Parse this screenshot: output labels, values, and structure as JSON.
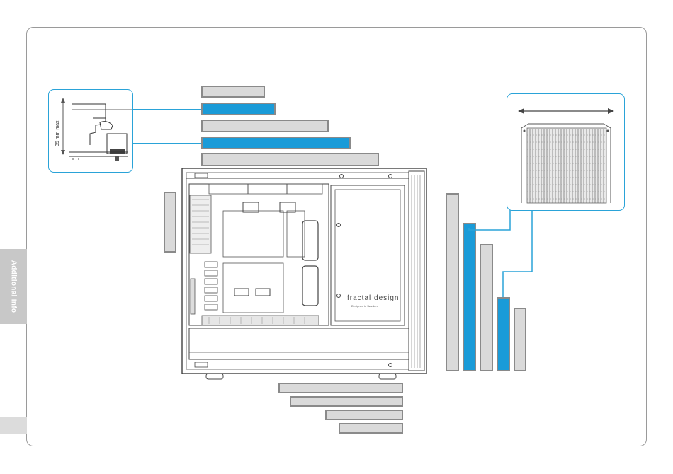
{
  "sidebar": {
    "tab_label": "Additional Info"
  },
  "clearance_callout": {
    "label": "35 mm max"
  },
  "case_brand": {
    "logo_text": "fractal design",
    "model_text": "Designed in Sweden"
  },
  "colors": {
    "accent": "#1a9bd8",
    "bar_gray": "#dadada",
    "outline": "#8a8a8a"
  },
  "bars": {
    "top_horizontal": [
      "gray",
      "blue",
      "gray",
      "blue",
      "gray"
    ],
    "left_vertical": [
      "gray"
    ],
    "bottom_horizontal": [
      "gray",
      "gray",
      "gray",
      "gray"
    ],
    "right_vertical": [
      "gray",
      "blue",
      "gray",
      "blue",
      "gray"
    ]
  }
}
